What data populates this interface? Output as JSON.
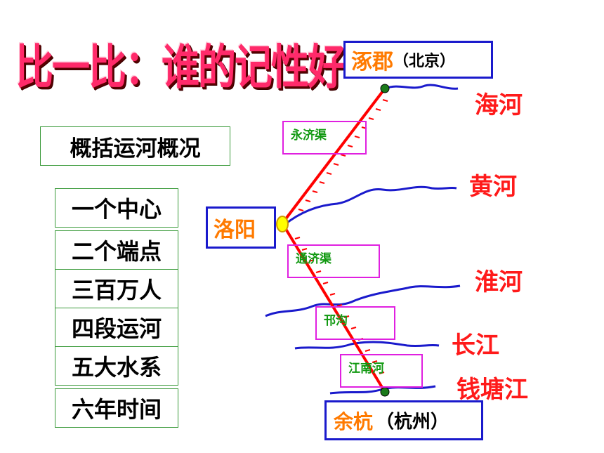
{
  "title": "比一比：谁的记性好",
  "summary_label": "概括运河概况",
  "items": [
    "一个中心",
    "二个端点",
    "三百万人",
    "四段运河",
    "五大水系",
    "六年时间"
  ],
  "cities": {
    "north": {
      "name": "涿郡",
      "note": "（北京）"
    },
    "center": {
      "name": "洛阳"
    },
    "south": {
      "name": "余杭",
      "note": "（杭州）"
    }
  },
  "canals": [
    "永济渠",
    "通济渠",
    "邗沟",
    "江南河"
  ],
  "rivers": [
    "海河",
    "黄河",
    "淮河",
    "长江",
    "钱塘江"
  ],
  "colors": {
    "canal_line": "#ff0000",
    "river_line": "#1a1acc",
    "box_border": "#1a1acc",
    "canal_label_border": "#e020e0"
  }
}
